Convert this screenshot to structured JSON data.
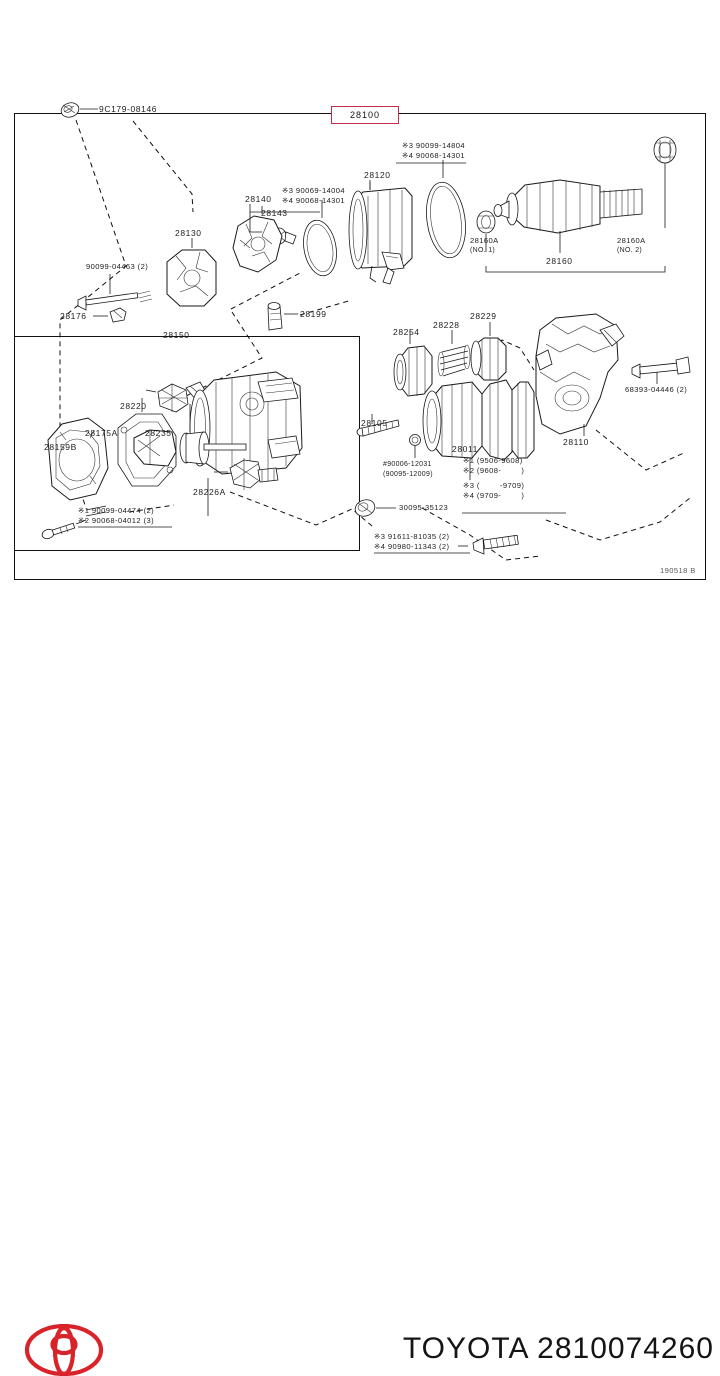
{
  "document": {
    "type": "parts-exploded-diagram",
    "brand": "TOYOTA",
    "part_number": "2810074260",
    "revision_stamp": "190518 B",
    "main_assembly_number": "28100"
  },
  "footer": {
    "brand_and_part": "TOYOTA 2810074260",
    "logo_name": "toyota-logo",
    "logo_color": "#d8232a"
  },
  "callouts": [
    {
      "id": "c-9c179",
      "text": "9C179-08146"
    },
    {
      "id": "c-28100",
      "text": "28100"
    },
    {
      "id": "c-90099a",
      "text": "※3 90099-14804"
    },
    {
      "id": "c-90068a",
      "text": "※4 90068-14301"
    },
    {
      "id": "c-28120",
      "text": "28120"
    },
    {
      "id": "c-28160a1",
      "text": "28160A"
    },
    {
      "id": "c-28160a1b",
      "text": "(NO. 1)"
    },
    {
      "id": "c-28160a2",
      "text": "28160A"
    },
    {
      "id": "c-28160a2b",
      "text": "(NO. 2)"
    },
    {
      "id": "c-28160",
      "text": "28160"
    },
    {
      "id": "c-90069",
      "text": "※3 90069-14004"
    },
    {
      "id": "c-90068b",
      "text": "※4 90068-14301"
    },
    {
      "id": "c-28140",
      "text": "28140"
    },
    {
      "id": "c-28143",
      "text": "28143"
    },
    {
      "id": "c-28130",
      "text": "28130"
    },
    {
      "id": "c-90099b",
      "text": "90099-04463 (2)"
    },
    {
      "id": "c-28176",
      "text": "28176"
    },
    {
      "id": "c-28199",
      "text": "28199"
    },
    {
      "id": "c-28150",
      "text": "28150"
    },
    {
      "id": "c-28220",
      "text": "28220"
    },
    {
      "id": "c-28175a",
      "text": "28175A"
    },
    {
      "id": "c-28235",
      "text": "28235"
    },
    {
      "id": "c-28159b",
      "text": "28159B"
    },
    {
      "id": "c-28226a",
      "text": "28226A"
    },
    {
      "id": "c-28254",
      "text": "28254"
    },
    {
      "id": "c-28228",
      "text": "28228"
    },
    {
      "id": "c-28229",
      "text": "28229"
    },
    {
      "id": "c-28105",
      "text": "28105"
    },
    {
      "id": "c-28011",
      "text": "28011"
    },
    {
      "id": "c-28110",
      "text": "28110"
    },
    {
      "id": "c-68393",
      "text": "68393-04446 (2)"
    },
    {
      "id": "c-90006a",
      "text": "#90006-12031"
    },
    {
      "id": "c-90006b",
      "text": "(90095-12009)"
    },
    {
      "id": "c-30095",
      "text": "30095-35123"
    }
  ],
  "notes": {
    "lower_left": [
      "※1 90099-04474 (2)",
      "※2 90068-04012 (3)"
    ],
    "lower_center": [
      "※3 91611-81035 (2)",
      "※4 90980-11343 (2)"
    ],
    "date_ranges": [
      "※1 (9506-9608)",
      "※2 (9608-        )",
      "※3 (        -9709)",
      "※4 (9709-        )"
    ]
  }
}
